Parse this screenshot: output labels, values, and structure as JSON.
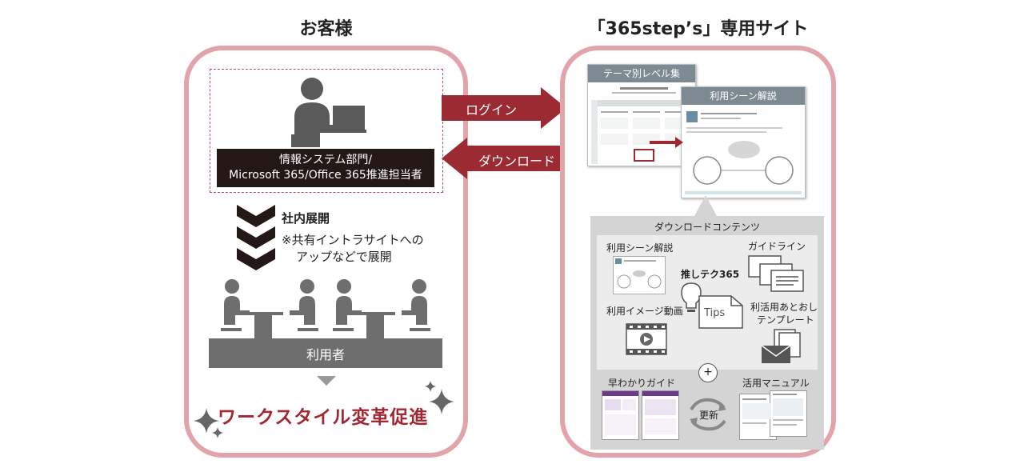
{
  "left": {
    "title": "お客様",
    "department": {
      "line1": "情報システム部門/",
      "line2": "Microsoft 365/Office 365推進担当者"
    },
    "deploy": {
      "heading": "社内展開",
      "note_line1": "※共有イントラサイトへの",
      "note_line2": "アップなどで展開"
    },
    "users_label": "利用者",
    "slogan": "ワークスタイル変革促進"
  },
  "right": {
    "title": "「365step’s」専用サイト",
    "thumb1_label": "テーマ別レベル集",
    "thumb2_label": "利用シーン解説",
    "downloads": {
      "header": "ダウンロードコンテンツ",
      "scene": "利用シーン解説",
      "guideline": "ガイドライン",
      "oshitech": "推しテク365",
      "tips": "Tips",
      "video": "利用イメージ動画",
      "template_line1": "利活用あとおし",
      "template_line2": "テンプレート",
      "plus": "+",
      "quick_guide": "早わかりガイド",
      "manual": "活用マニュアル",
      "update": "更新"
    }
  },
  "arrows": {
    "login": "ログイン",
    "download": "ダウンロード"
  },
  "colors": {
    "panel_border": "#e3a3aa",
    "arrow_red": "#9c2a33",
    "slogan_red": "#a22733",
    "dark_box": "#231815",
    "person_gray": "#6e6e6e",
    "thumb_header": "#7d8a92"
  }
}
